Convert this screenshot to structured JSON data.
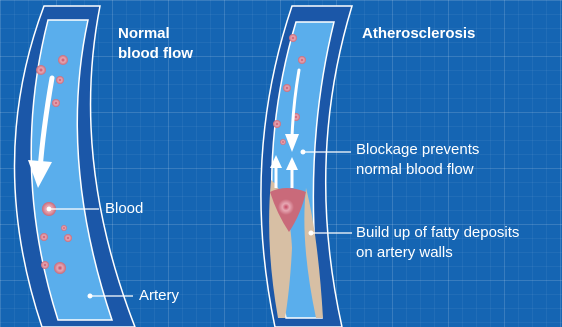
{
  "diagram": {
    "normal": {
      "title_line1": "Normal",
      "title_line2": "blood flow",
      "label_blood": "Blood",
      "label_artery": "Artery"
    },
    "athero": {
      "title": "Atherosclerosis",
      "blockage_line1": "Blockage prevents",
      "blockage_line2": "normal blood flow",
      "deposits_line1": "Build up of fatty deposits",
      "deposits_line2": "on artery walls"
    }
  },
  "colors": {
    "background": "#1565b3",
    "artery_wall": "#1b57a8",
    "lumen": "#5aaeec",
    "blood_cell": "#c96a7a",
    "plaque": "#d7bfa4",
    "text": "#ffffff"
  }
}
